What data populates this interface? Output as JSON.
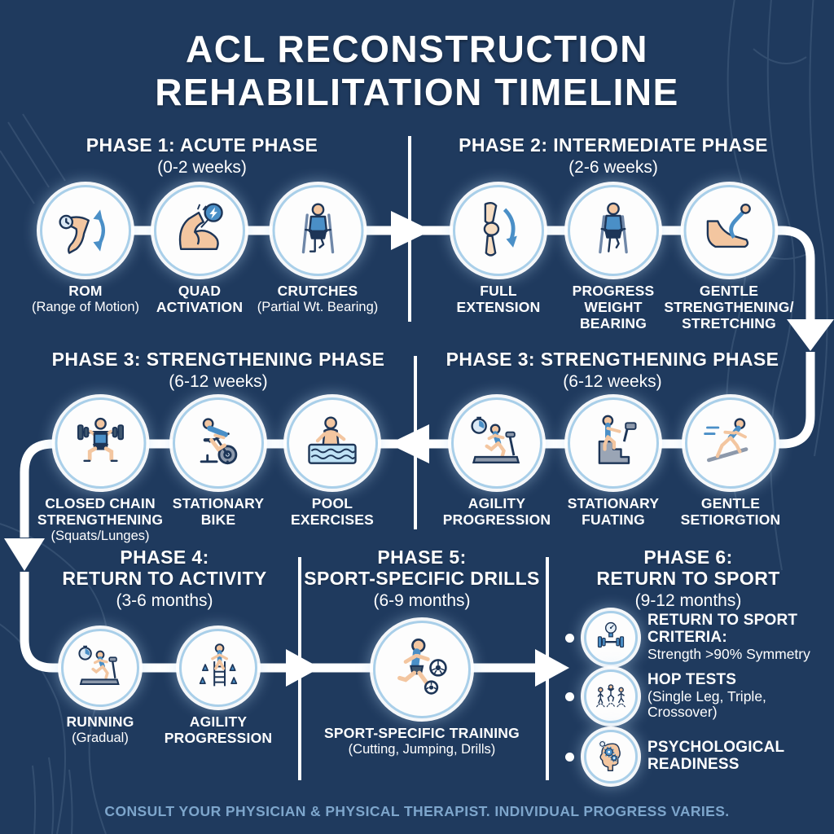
{
  "title": {
    "line1": "ACL RECONSTRUCTION",
    "line2": "REHABILITATION TIMELINE"
  },
  "disclaimer": "CONSULT YOUR PHYSICIAN & PHYSICAL THERAPIST. INDIVIDUAL PROGRESS VARIES.",
  "colors": {
    "background": "#1f3a5e",
    "connector": "#ffffff",
    "accent_blue": "#4a8fc7",
    "circle_ring": "#a9cfe9",
    "skin": "#f3c6a0",
    "navy_outline": "#1d3557",
    "disclaimer_text": "#7ea6cc"
  },
  "phases": [
    {
      "title_lines": [
        "PHASE 1: ACUTE PHASE"
      ],
      "subtitle": "(0-2 weeks)",
      "items": [
        {
          "label": "ROM",
          "sub": "(Range of Motion)",
          "icon": "knee-rom-icon"
        },
        {
          "label": "QUAD ACTIVATION",
          "icon": "bicep-flex-icon"
        },
        {
          "label": "CRUTCHES",
          "sub": "(Partial Wt. Bearing)",
          "icon": "crutches-icon"
        }
      ]
    },
    {
      "title_lines": [
        "PHASE 2: INTERMEDIATE PHASE"
      ],
      "subtitle": "(2-6 weeks)",
      "items": [
        {
          "label": "FULL EXTENSION",
          "icon": "knee-extension-icon"
        },
        {
          "label": "PROGRESS WEIGHT BEARING",
          "icon": "weight-bearing-crutches-icon"
        },
        {
          "label": "GENTLE STRENGTHENING/ STRETCHING",
          "icon": "ankle-resistance-band-icon"
        }
      ]
    },
    {
      "title_lines": [
        "PHASE 3: STRENGTHENING PHASE"
      ],
      "subtitle": "(6-12 weeks)",
      "items": [
        {
          "label": "CLOSED CHAIN STRENGTHENING",
          "sub": "(Squats/Lunges)",
          "icon": "barbell-squat-icon"
        },
        {
          "label": "STATIONARY BIKE",
          "icon": "exercise-bike-icon"
        },
        {
          "label": "POOL EXERCISES",
          "icon": "pool-walk-icon"
        }
      ]
    },
    {
      "title_lines": [
        "PHASE 3: STRENGTHENING PHASE"
      ],
      "subtitle": "(6-12 weeks)",
      "items": [
        {
          "label": "AGILITY PROGRESSION",
          "icon": "treadmill-stopwatch-icon"
        },
        {
          "label": "STATIONARY FUATING",
          "icon": "stair-stepper-icon"
        },
        {
          "label": "GENTLE SETIORGTION",
          "icon": "slide-board-icon"
        }
      ]
    },
    {
      "title_lines": [
        "PHASE 4:",
        "RETURN TO ACTIVITY"
      ],
      "subtitle": "(3-6 months)",
      "items": [
        {
          "label": "RUNNING",
          "sub": "(Gradual)",
          "icon": "treadmill-run-icon"
        },
        {
          "label": "AGILITY PROGRESSION",
          "icon": "agility-ladder-cones-icon"
        }
      ]
    },
    {
      "title_lines": [
        "PHASE 5:",
        "SPORT-SPECIFIC DRILLS"
      ],
      "subtitle": "(6-9 months)",
      "items": [
        {
          "label": "SPORT-SPECIFIC TRAINING",
          "sub": "(Cutting, Jumping, Drills)",
          "icon": "soccer-training-icon"
        }
      ]
    },
    {
      "title_lines": [
        "PHASE 6:",
        "RETURN TO SPORT"
      ],
      "subtitle": "(9-12 months)",
      "items": [
        {
          "label": "RETURN TO SPORT CRITERIA:",
          "sub": "Strength >90% Symmetry",
          "icon": "strength-gauge-dumbbell-icon"
        },
        {
          "label": "HOP TESTS",
          "sub": "(Single Leg, Triple, Crossover)",
          "icon": "hop-test-icon"
        },
        {
          "label": "PSYCHOLOGICAL READINESS",
          "icon": "brain-gears-icon"
        }
      ]
    }
  ]
}
